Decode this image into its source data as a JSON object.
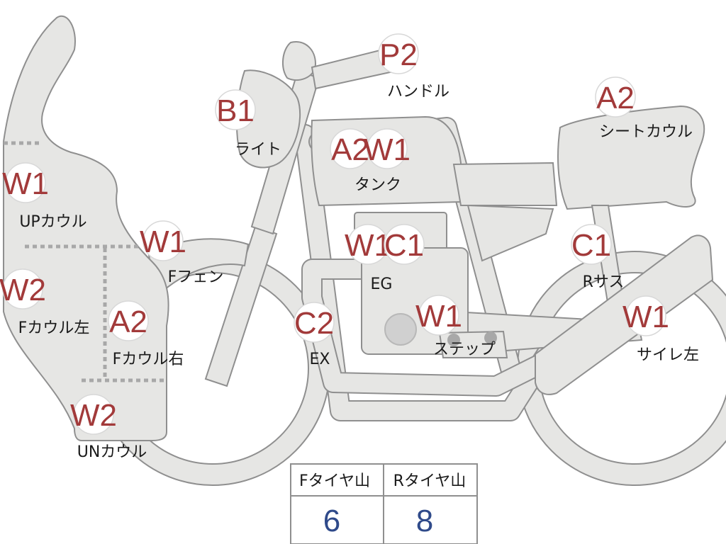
{
  "colors": {
    "grade_text": "#a23a3a",
    "part_fill": "#e6e6e4",
    "part_outline": "#8f8f8f",
    "tread_value": "#2f4a8a"
  },
  "callouts": {
    "up_cowl": {
      "grade": "W1",
      "label": "UPカウル"
    },
    "f_cowl_left": {
      "grade": "W2",
      "label": "Fカウル左"
    },
    "f_cowl_right": {
      "grade": "A2",
      "label": "Fカウル右"
    },
    "un_cowl": {
      "grade": "W2",
      "label": "UNカウル"
    },
    "f_fender": {
      "grade": "W1",
      "label": "Fフェン"
    },
    "light": {
      "grade": "B1",
      "label": "ライト"
    },
    "handle": {
      "grade": "P2",
      "label": "ハンドル"
    },
    "tank": {
      "grade_1": "A2",
      "grade_2": "W1",
      "label": "タンク"
    },
    "engine": {
      "grade_1": "W1",
      "grade_2": "C1",
      "label": "EG"
    },
    "exhaust": {
      "grade": "C2",
      "label": "EX"
    },
    "step": {
      "grade": "W1",
      "label": "ステップ"
    },
    "seat_cowl": {
      "grade": "A2",
      "label": "シートカウル"
    },
    "rear_suspension": {
      "grade": "C1",
      "label": "Rサス"
    },
    "silencer_left": {
      "grade": "W1",
      "label": "サイレ左"
    }
  },
  "tire_table": {
    "front_header": "Fタイヤ山",
    "rear_header": "Rタイヤ山",
    "front_value": "6",
    "rear_value": "8"
  }
}
